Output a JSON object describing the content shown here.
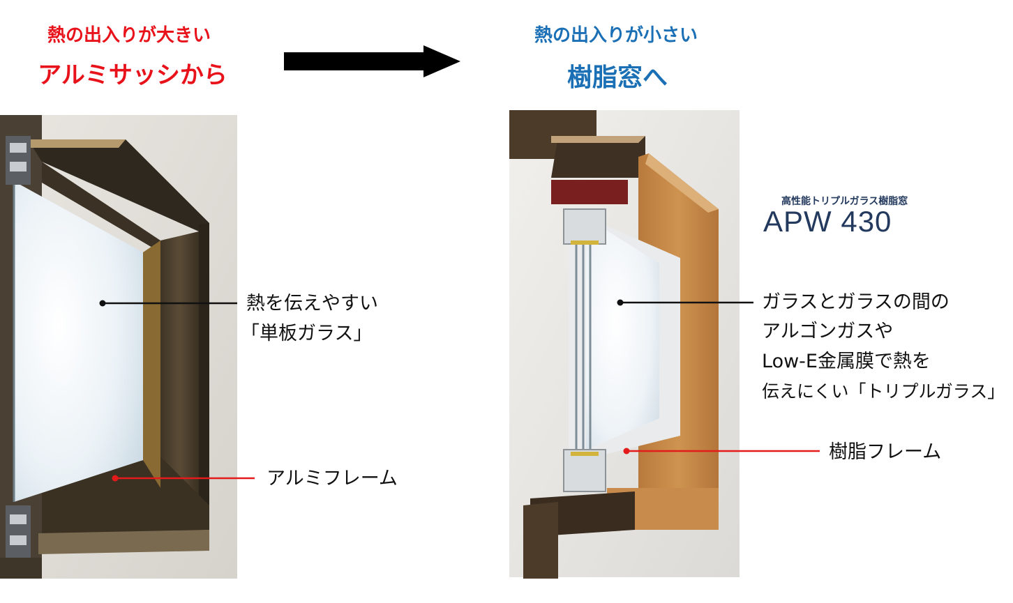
{
  "left_heading": {
    "line1": "熱の出入りが大きい",
    "line2": "アルミサッシから"
  },
  "right_heading": {
    "line1": "熱の出入りが小さい",
    "line2": "樹脂窓へ"
  },
  "brand": {
    "subtitle": "高性能トリプルガラス樹脂窓",
    "logo": "APW 430"
  },
  "left_callouts": {
    "glass_line1": "熱を伝えやすい",
    "glass_line2": "「単板ガラス」",
    "frame": "アルミフレーム"
  },
  "right_callouts": {
    "glass_line1": "ガラスとガラスの間の",
    "glass_line2": "アルゴンガスや",
    "glass_line3": "Low-E金属膜で熱を",
    "glass_line4": "伝えにくい「トリプルガラス」",
    "frame": "樹脂フレーム"
  },
  "colors": {
    "red_heading": "#e8121a",
    "blue_heading": "#1a6fb5",
    "leader_black": "#111111",
    "leader_red": "#e31b1b",
    "logo_navy": "#23395d"
  }
}
